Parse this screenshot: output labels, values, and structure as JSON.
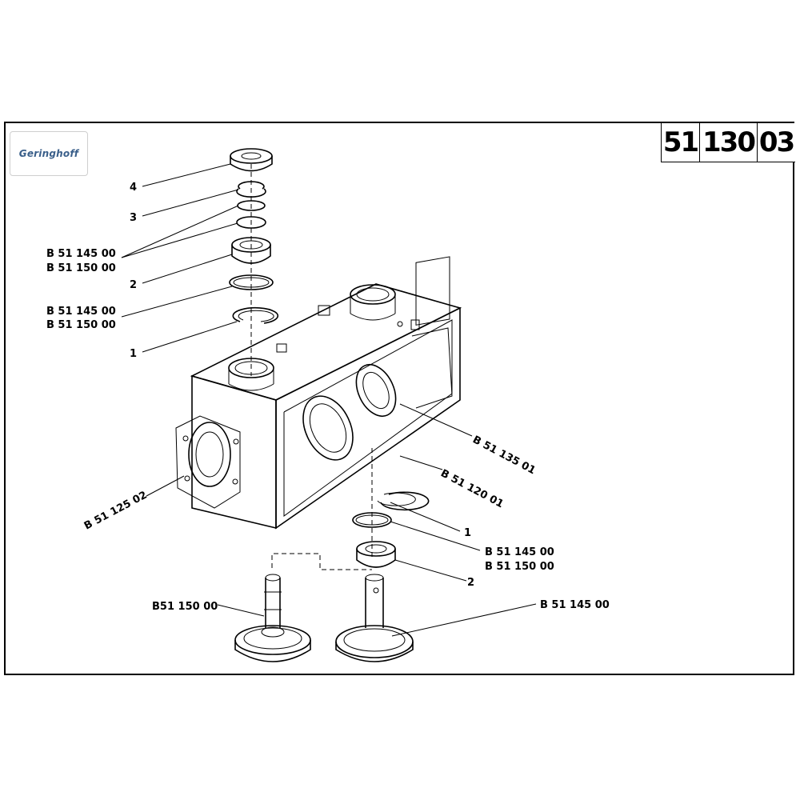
{
  "logo": {
    "text": "Geringhoff"
  },
  "sheet_number": {
    "group": "51",
    "page": "130",
    "sub": "03"
  },
  "labels": {
    "top_4": "4",
    "top_3": "3",
    "top_seal_a1": "B 51 145 00",
    "top_seal_a2": "B 51 150 00",
    "top_2": "2",
    "top_seal_b1": "B 51 145 00",
    "top_seal_b2": "B 51 150 00",
    "top_1": "1",
    "housing_left": "B 51 125 02",
    "housing_right_a": "B 51 135 01",
    "housing_right_b": "B 51 120 01",
    "bottom_1": "1",
    "bottom_seal_1": "B 51 145 00",
    "bottom_seal_2": "B 51 150 00",
    "bottom_2": "2",
    "shaft_left": "B51 150 00",
    "shaft_right": "B 51 145 00"
  },
  "colors": {
    "line": "#000000",
    "logo": "#3a5f8a"
  }
}
